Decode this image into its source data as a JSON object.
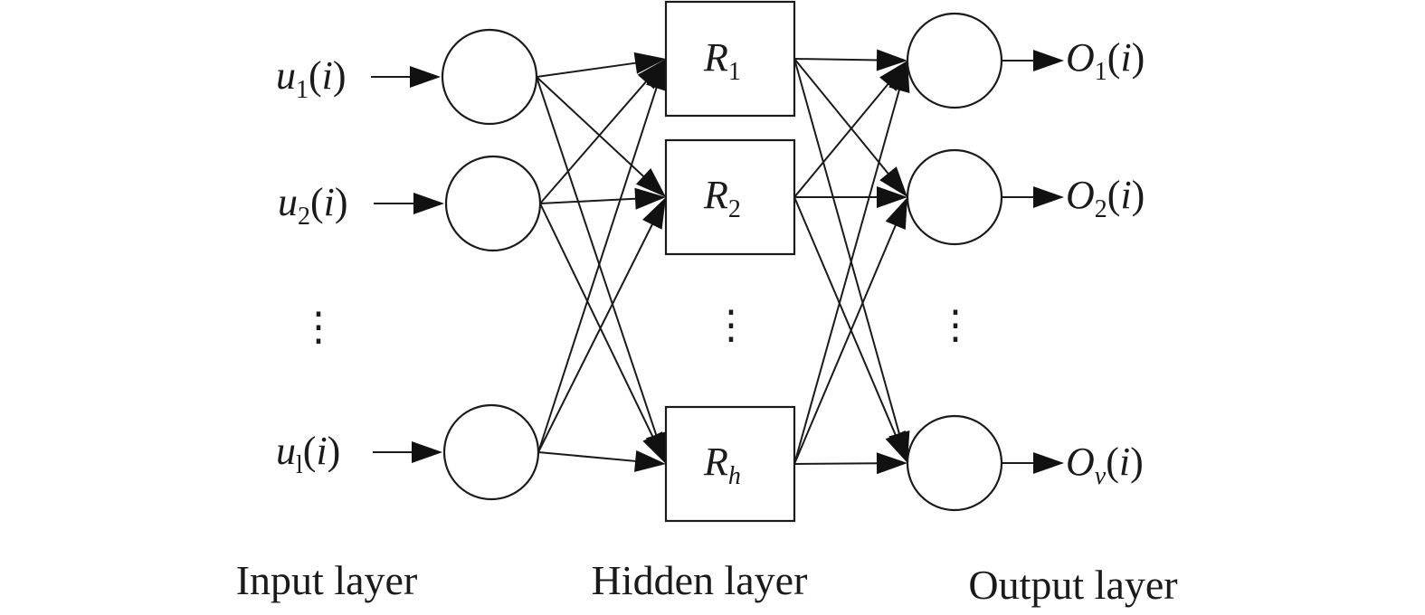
{
  "input_layer": {
    "label": "Input layer",
    "inputs": [
      {
        "var": "u",
        "sub": "1",
        "arg": "i"
      },
      {
        "var": "u",
        "sub": "2",
        "arg": "i"
      },
      {
        "var": "u",
        "sub": "l",
        "arg": "i"
      }
    ],
    "ellipsis": "⋮"
  },
  "hidden_layer": {
    "label": "Hidden layer",
    "nodes": [
      {
        "var": "R",
        "sub": "1"
      },
      {
        "var": "R",
        "sub": "2"
      },
      {
        "var": "R",
        "sub": "h"
      }
    ],
    "ellipsis": "⋮"
  },
  "output_layer": {
    "label": "Output layer",
    "outputs": [
      {
        "var": "O",
        "sub": "1",
        "arg": "i"
      },
      {
        "var": "O",
        "sub": "2",
        "arg": "i"
      },
      {
        "var": "O",
        "sub": "v",
        "arg": "i"
      }
    ],
    "ellipsis": "⋮"
  }
}
